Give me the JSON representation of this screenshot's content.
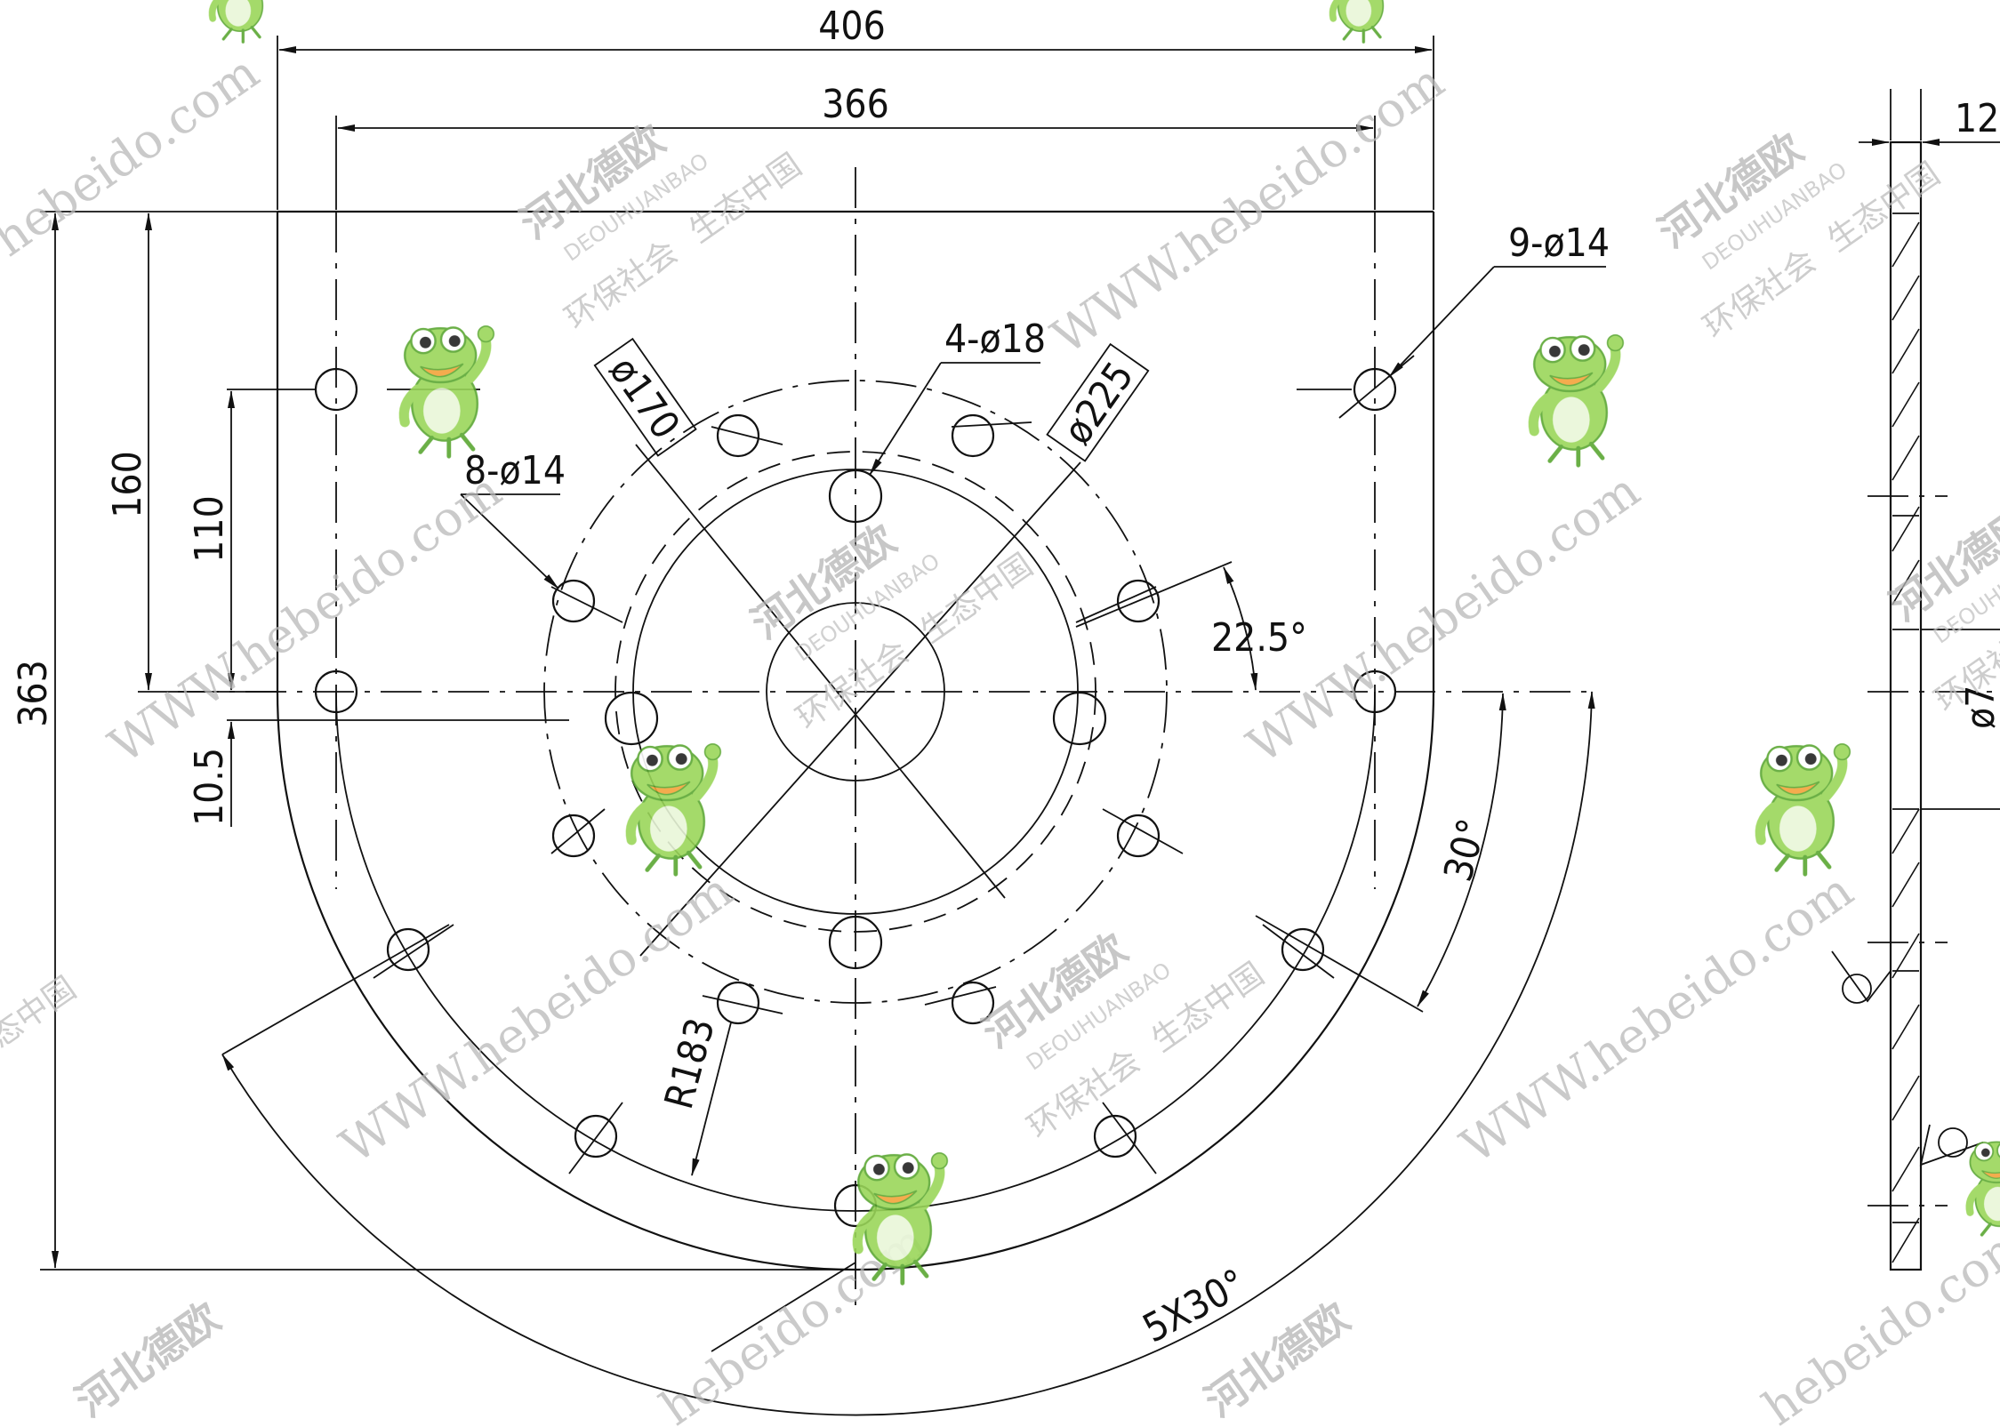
{
  "dimensions": {
    "width_406": "406",
    "width_366": "366",
    "thickness": "12",
    "height_363": "363",
    "height_160": "160",
    "height_110": "110",
    "offset_10_5": "10.5",
    "holes_9_d14": "9-ø14",
    "holes_4_d18": "4-ø18",
    "holes_8_d14": "8-ø14",
    "dia_170": "ø170",
    "dia_225": "ø225",
    "angle_22_5": "22.5°",
    "angle_30": "30°",
    "radius_183": "R183",
    "angle_5x30": "5X30°",
    "side_dia": "ø7"
  },
  "watermark": {
    "url_text": "WWW.hebeido.com",
    "url_short": "hebeido.com",
    "company_cn": "河北德欧",
    "company_en": "DEOUHUANBAO",
    "slogan_a": "环保社会",
    "slogan_b": "生态中国"
  },
  "colors": {
    "line": "#111111",
    "watermark": "#b9b9b9",
    "frog_green": "#8fd14f",
    "frog_dark": "#4d9a2a"
  },
  "icons": [
    "frog-mascot-icon"
  ]
}
